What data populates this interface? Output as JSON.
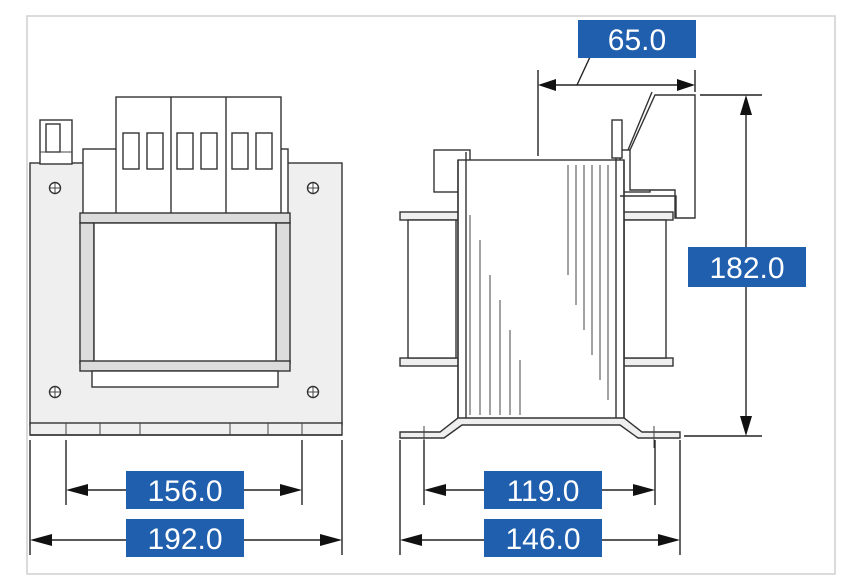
{
  "dimensions": {
    "top_width": "65.0",
    "height": "182.0",
    "front_mount_spacing": "156.0",
    "front_overall_width": "192.0",
    "side_mount_spacing": "119.0",
    "side_overall_depth": "146.0"
  },
  "colors": {
    "label_background": "#1f5fae",
    "label_text": "#ffffff"
  }
}
